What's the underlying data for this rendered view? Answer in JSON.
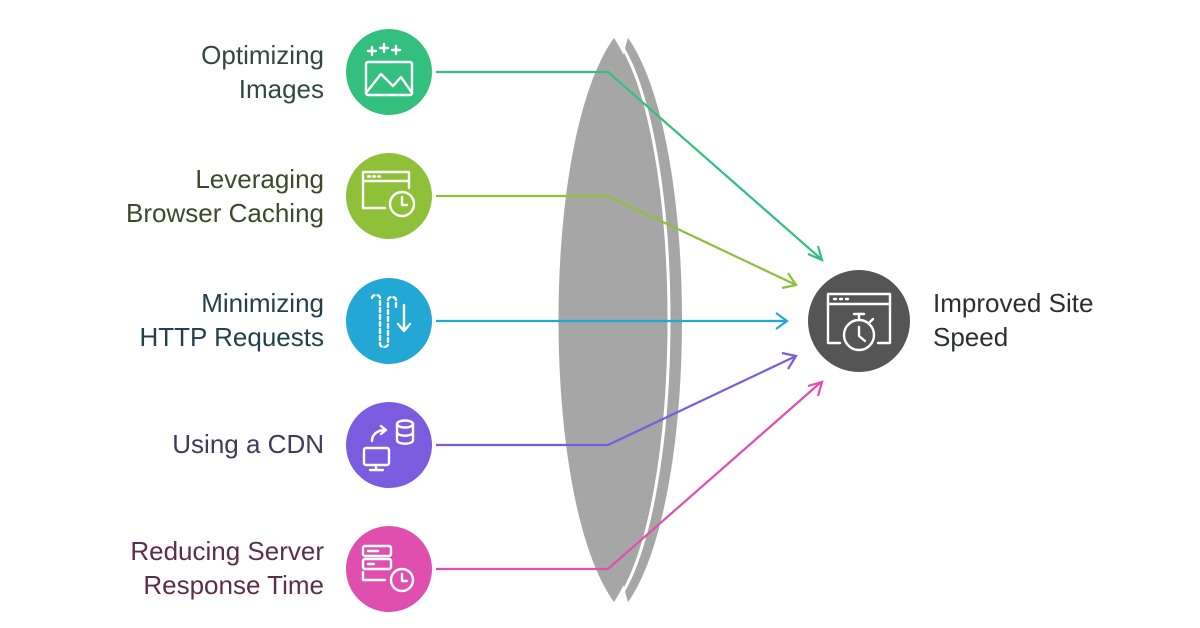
{
  "inputs": [
    {
      "line1": "Optimizing",
      "line2": "Images",
      "color": "#33c07f",
      "icon": "image-sparkle-icon"
    },
    {
      "line1": "Leveraging",
      "line2": "Browser Caching",
      "color": "#8ec03a",
      "icon": "browser-clock-icon"
    },
    {
      "line1": "Minimizing",
      "line2": "HTTP Requests",
      "color": "#23a8d6",
      "icon": "path-arrow-icon"
    },
    {
      "line1": "Using a CDN",
      "line2": "",
      "color": "#7b5cde",
      "icon": "server-transfer-icon"
    },
    {
      "line1": "Reducing Server",
      "line2": "Response Time",
      "color": "#e04fae",
      "icon": "server-clock-icon"
    }
  ],
  "output": {
    "line1": "Improved Site",
    "line2": "Speed",
    "color": "#555555",
    "icon": "browser-stopwatch-icon"
  },
  "lens_color": "#a6a6a6"
}
